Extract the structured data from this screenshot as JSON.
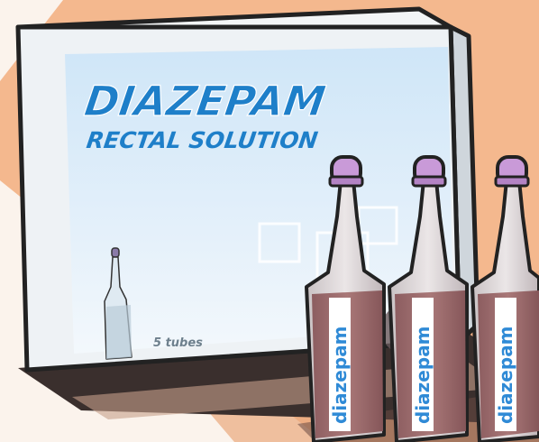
{
  "box": {
    "title": "DIAZEPAM",
    "subtitle": "RECTAL SOLUTION",
    "count_label": "5 tubes"
  },
  "tubes": [
    {
      "label": "diazepam"
    },
    {
      "label": "diazepam"
    },
    {
      "label": "diazepam"
    }
  ],
  "colors": {
    "background_cream": "#fbf3ec",
    "background_peach": "#f4b88e",
    "box_face": "#eef2f5",
    "label_blue": "#d6e9f7",
    "title_blue": "#1e7fc9",
    "cap_purple": "#c99ad8",
    "liquid": "#9a6b6b",
    "tube_label_blue": "#2f8ad6"
  }
}
